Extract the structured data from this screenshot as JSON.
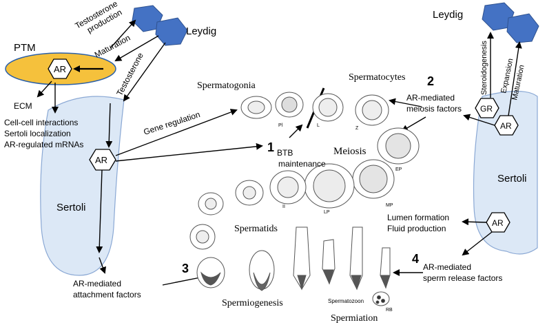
{
  "colors": {
    "sertoli_fill": "#dce8f6",
    "sertoli_stroke": "#8aa8d4",
    "ptm_fill": "#f5c13c",
    "ptm_stroke": "#2a5fa8",
    "leydig_fill": "#4472c4",
    "leydig_stroke": "#2f528f",
    "arrow": "#000000",
    "cell_stroke": "#555555"
  },
  "left": {
    "leydig_label": "Leydig",
    "ptm_label": "PTM",
    "ptm_ar": "AR",
    "testosterone_production": "Testosterone\nproduction",
    "maturation": "Maturation",
    "testosterone": "Testosterone",
    "ecm": "ECM",
    "ptm_effects": [
      "Cell-cell interactions",
      "Sertoli localization",
      "AR-regulated mRNAs"
    ],
    "sertoli_label": "Sertoli",
    "sertoli_ar": "AR",
    "gene_regulation": "Gene regulation",
    "attachment": [
      "AR-mediated",
      "attachment factors"
    ]
  },
  "center": {
    "spermatogonia": "Spermatogonia",
    "spermatocytes": "Spermatocytes",
    "meiosis": "Meiosis",
    "spermatids": "Spermatids",
    "spermiogenesis": "Spermiogenesis",
    "spermiation": "Spermiation",
    "btb": [
      "BTB",
      "maintenance"
    ],
    "stage_labels": [
      "Pl",
      "L",
      "Z",
      "EP",
      "MP",
      "LP",
      "II"
    ],
    "spermatozoon": "Spermatozoon",
    "rb": "RB"
  },
  "markers": [
    "1",
    "2",
    "3",
    "4"
  ],
  "right": {
    "leydig_label": "Leydig",
    "steroidogenesis": "Steroidogenesis",
    "expansion": "Expansion",
    "maturation": "Maturation",
    "gr": "GR",
    "ar_top": "AR",
    "ar_bottom": "AR",
    "sertoli_label": "Sertoli",
    "meiosis_factors": [
      "AR-mediated",
      "meiosis factors"
    ],
    "lumen": [
      "Lumen formation",
      "Fluid production"
    ],
    "release": [
      "AR-mediated",
      "sperm release factors"
    ]
  }
}
